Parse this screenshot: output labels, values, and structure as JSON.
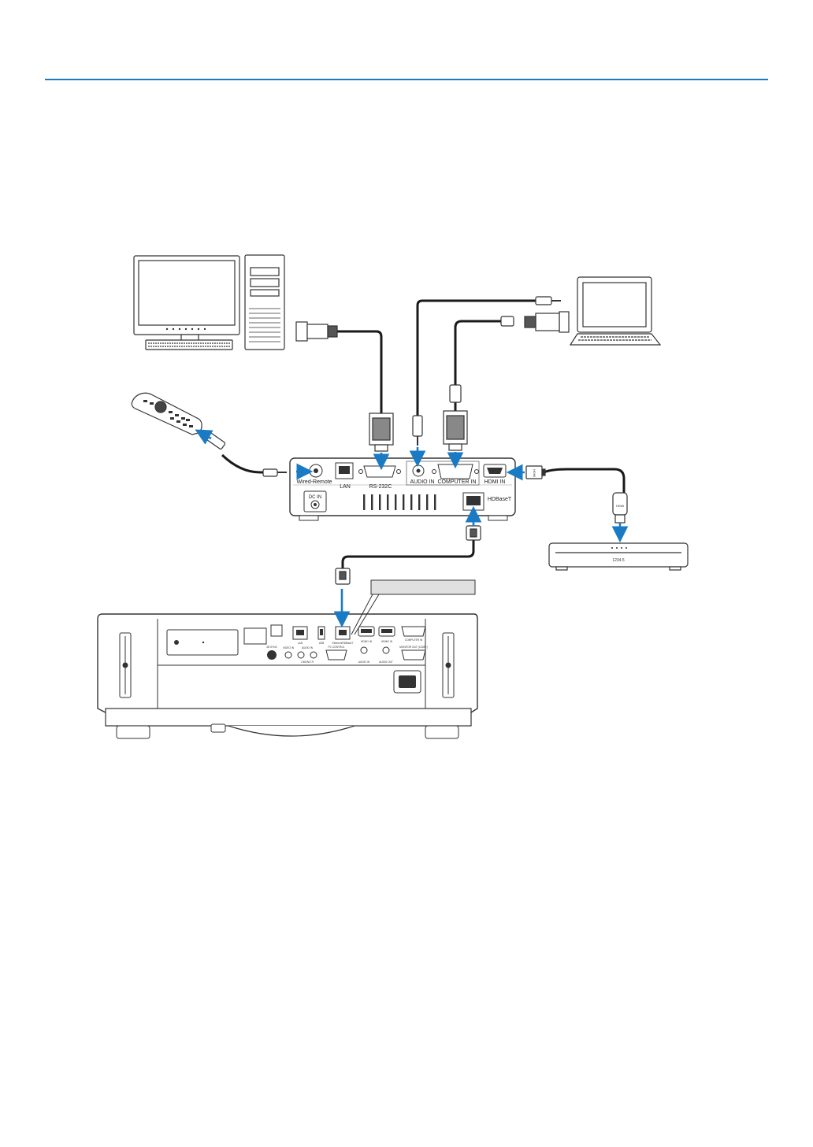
{
  "colors": {
    "accent": "#1a7bc4",
    "arrow": "#1a7bc4",
    "cable": "#1a1a1a",
    "outline": "#333333"
  },
  "box_ports": {
    "wired_remote": "Wired-Remote",
    "lan": "LAN",
    "rs232c": "RS-232C",
    "audio_in": "AUDIO IN",
    "computer_in": "COMPUTER IN",
    "hdmi_in": "HDMI IN",
    "dc_in": "DC IN",
    "hdbaset": "HDBaseT"
  },
  "player_label": "1234.5",
  "cable_labels": {
    "hdmi_a": "HDMI",
    "hdmi_b": "HDMI"
  },
  "projector_ports": {
    "lan": "LAN",
    "usb": "USB",
    "ethernet": "Ethernet/HDBaseT",
    "hdmi1": "HDMI1 IN",
    "hdmi2": "HDMI2 IN",
    "computer_in": "COMPUTER IN",
    "sync_3d": "3D SYNC",
    "video_in": "VIDEO IN",
    "audio_in": "AUDIO IN",
    "audio_lr": "L/MONO   R",
    "pc_control": "PC CONTROL",
    "audio_in2": "AUDIO IN",
    "audio_out": "AUDIO OUT",
    "monitor_out": "MONITOR OUT (COMP.)"
  }
}
